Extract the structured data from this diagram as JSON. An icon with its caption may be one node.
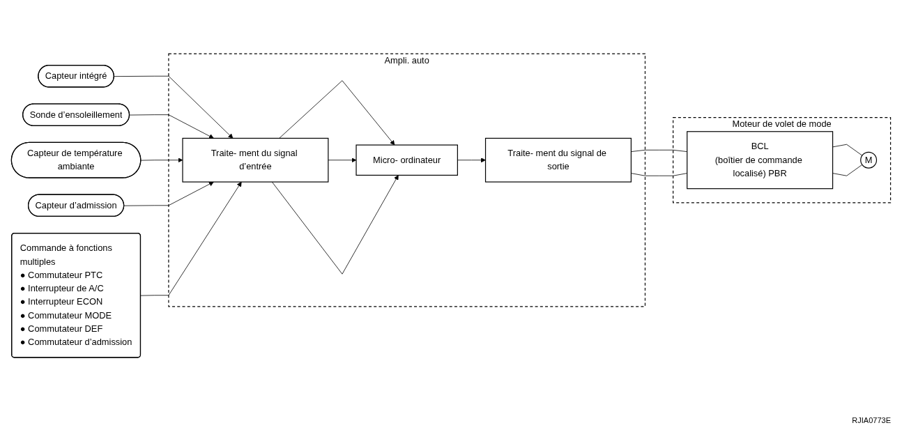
{
  "diagram": {
    "nodes": [
      {
        "text": [
          "Capteur intégré"
        ]
      },
      {
        "text": [
          "Sonde d’ensoleillement"
        ]
      },
      {
        "text": [
          "Capteur de température ambiante"
        ]
      },
      {
        "text": [
          "Capteur d’admission"
        ]
      },
      {
        "text": [
          "Commande à fonctions multiples",
          "● Commutateur PTC",
          "● Interrupteur de A/C",
          "● Interrupteur ECON",
          "● Commutateur MODE",
          "● Commutateur DEF",
          "● Commutateur d’admission"
        ]
      },
      {
        "text": [
          "Ampli. auto"
        ]
      },
      {
        "text": [
          "Traite- ment du signal d’entrée"
        ],
        "in": 5
      },
      {
        "text": [
          "Micro- ordinateur"
        ],
        "in": 5
      },
      {
        "text": [
          "Traite- ment du signal de sortie"
        ],
        "in": 5
      },
      {
        "text": [
          "Moteur de volet de mode"
        ]
      },
      {
        "text": [
          "BCL",
          "(boîtier de commande localisé) PBR"
        ],
        "in": 9
      },
      {
        "text": [
          "M"
        ],
        "in": 9
      }
    ],
    "edges": [
      {
        "from": 0,
        "to": 6,
        "arrow": "to"
      },
      {
        "from": 1,
        "to": 6,
        "arrow": "to"
      },
      {
        "from": 2,
        "to": 6,
        "arrow": "to"
      },
      {
        "from": 3,
        "to": 6,
        "arrow": "to"
      },
      {
        "from": 4,
        "to": 6,
        "arrow": "to"
      },
      {
        "from": 6,
        "to": 7,
        "arrow": "to"
      },
      {
        "from": 6,
        "to": 7,
        "arrow": "to"
      },
      {
        "from": 6,
        "to": 7,
        "arrow": "to"
      },
      {
        "from": 7,
        "to": 8,
        "arrow": "to"
      },
      {
        "from": 8,
        "to": 10,
        "arrow": "none"
      },
      {
        "from": 8,
        "to": 10,
        "arrow": "none"
      },
      {
        "from": 10,
        "to": 11,
        "arrow": "none"
      },
      {
        "from": 10,
        "to": 11,
        "arrow": "none"
      }
    ],
    "labels": [
      "RJIA0773E"
    ]
  }
}
